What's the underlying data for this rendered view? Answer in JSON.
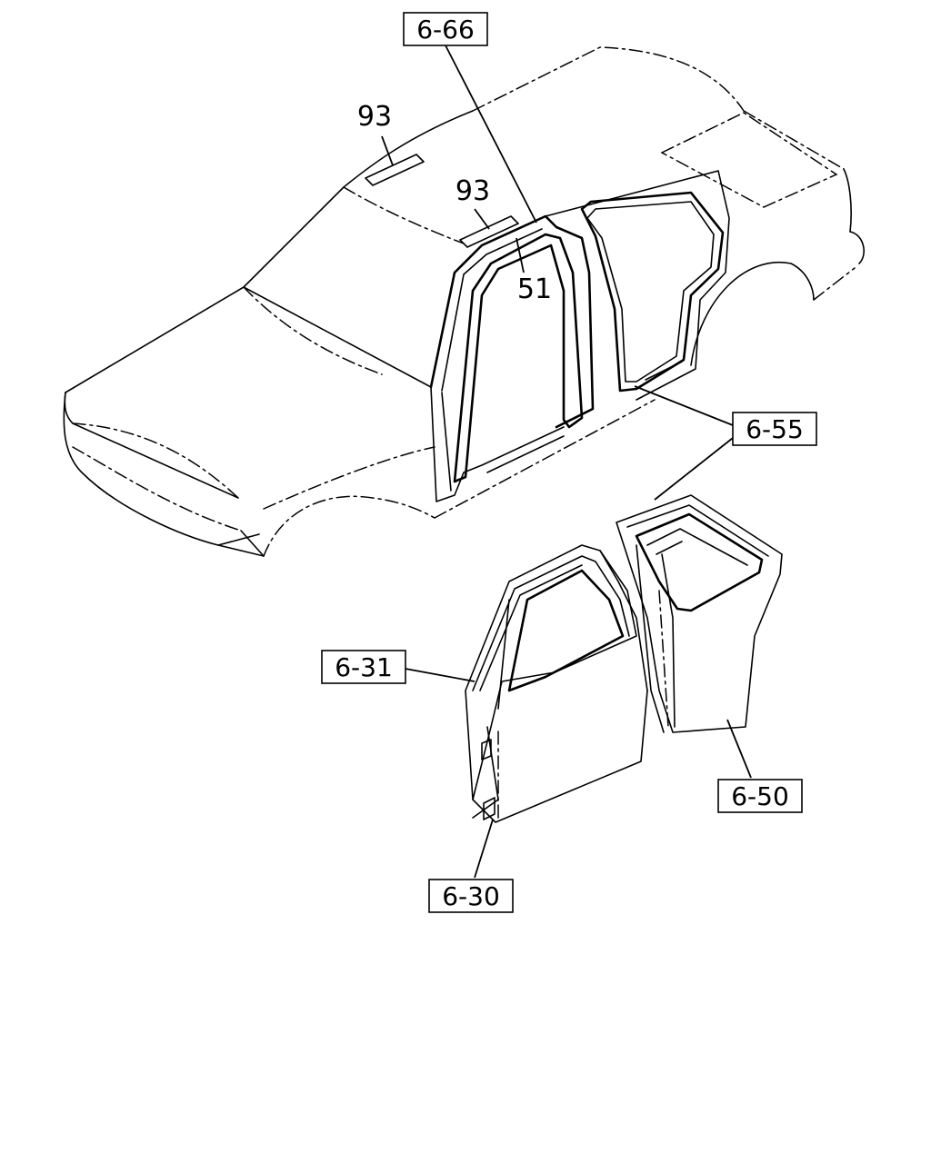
{
  "callouts": {
    "ref_6_66": "6-66",
    "ref_6_55": "6-55",
    "ref_6_31": "6-31",
    "ref_6_50": "6-50",
    "ref_6_30": "6-30",
    "part_93_upper": "93",
    "part_93_lower": "93",
    "part_51": "51"
  }
}
